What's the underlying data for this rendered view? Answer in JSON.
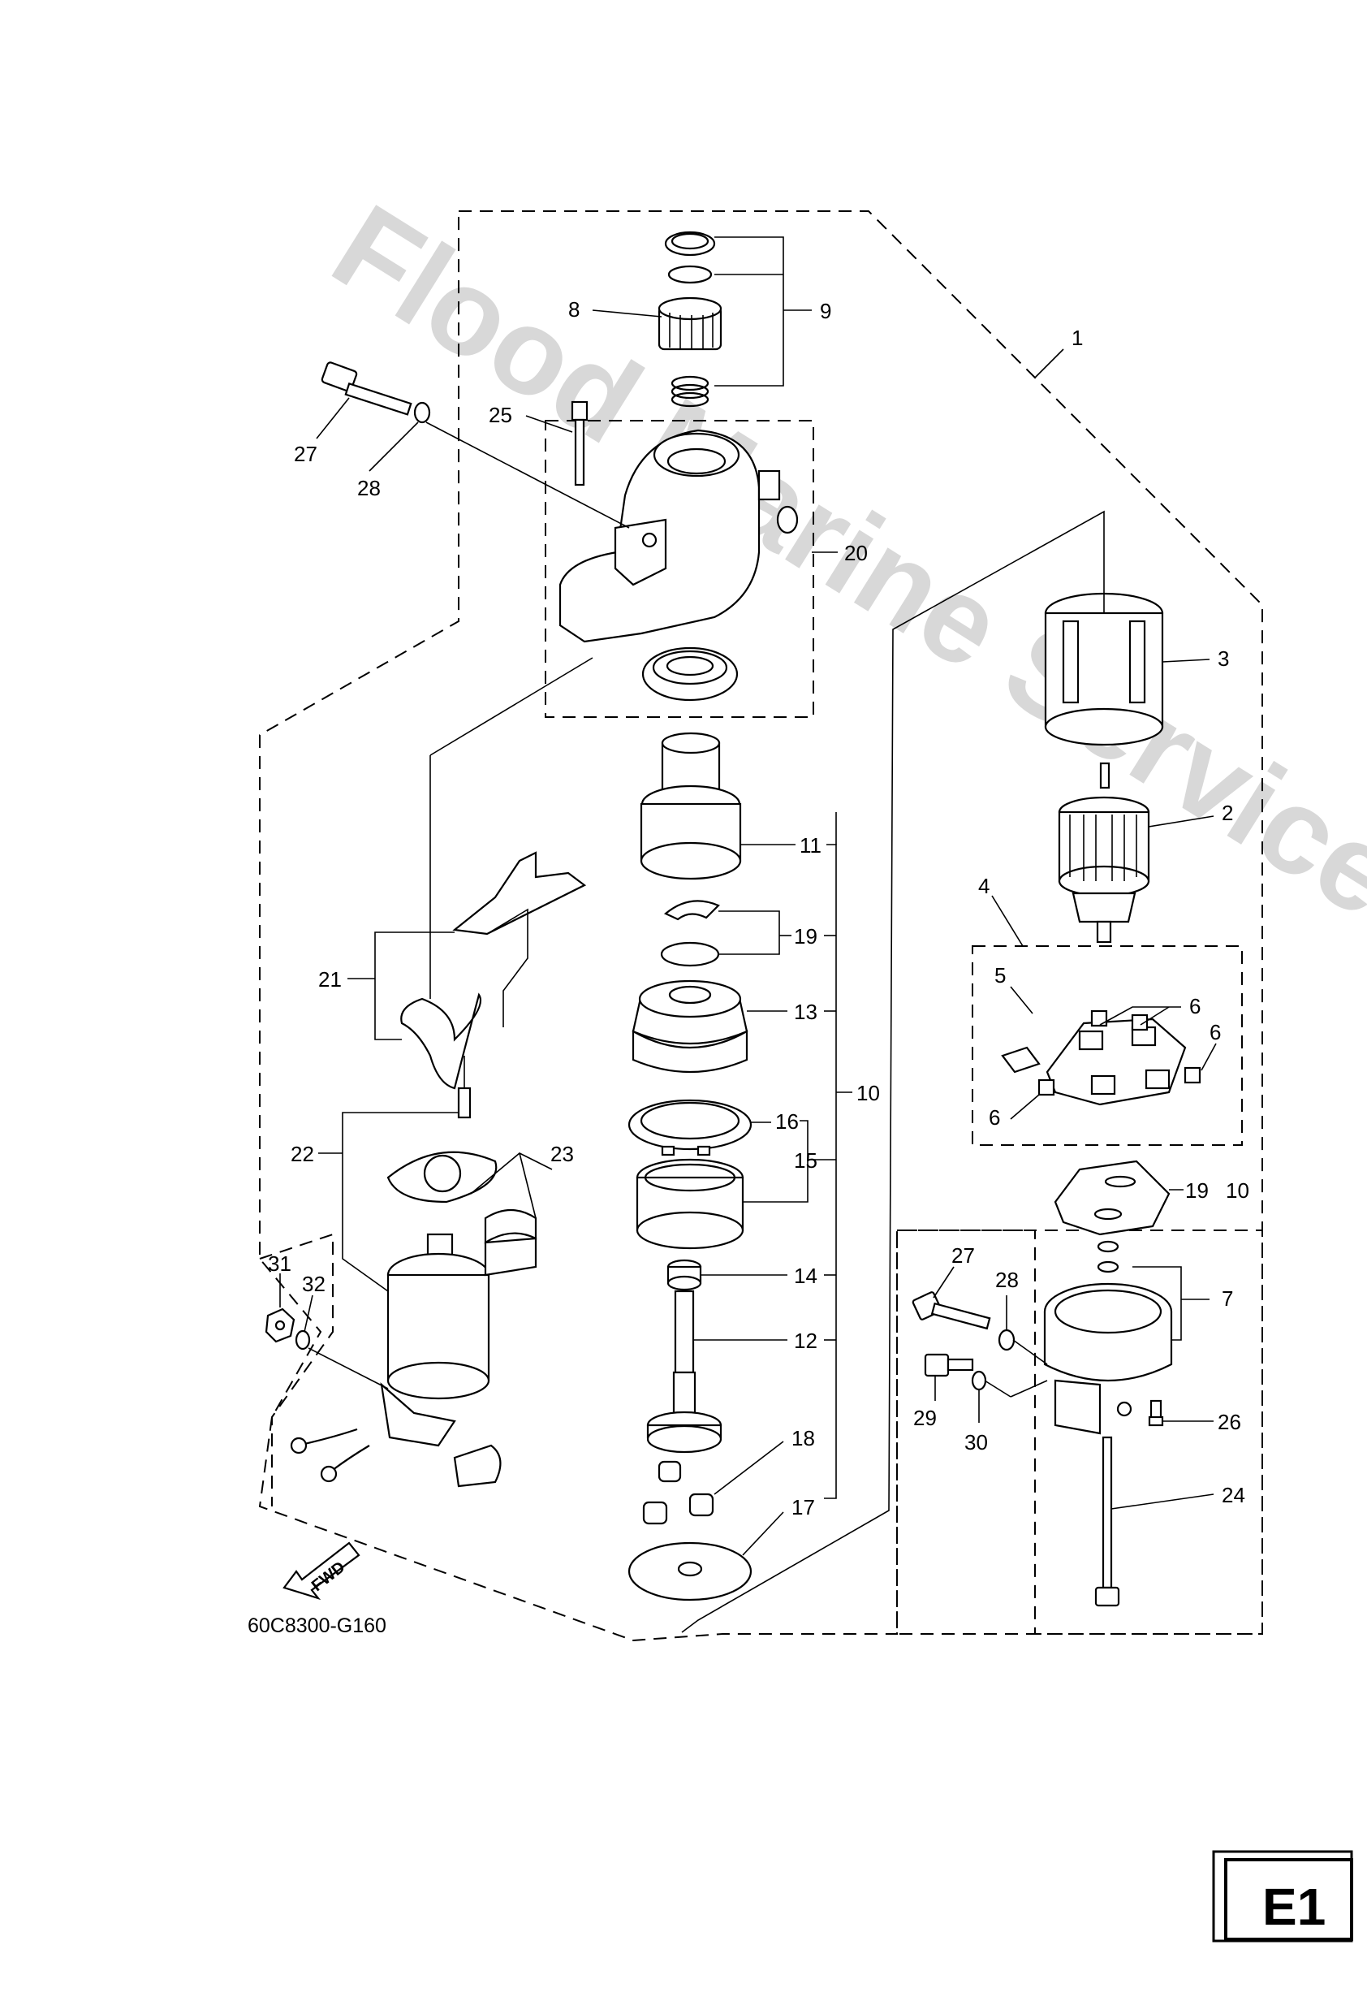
{
  "watermark": "Flood Marine Services",
  "diagram_code": "60C8300-G160",
  "page_code": "E1",
  "fwd_label": "FWD",
  "callouts": {
    "c1": "1",
    "c2": "2",
    "c3": "3",
    "c4": "4",
    "c5": "5",
    "c6a": "6",
    "c6b": "6",
    "c6c": "6",
    "c7": "7",
    "c8": "8",
    "c9": "9",
    "c10": "10",
    "c11": "11",
    "c12": "12",
    "c13": "13",
    "c14": "14",
    "c15": "15",
    "c16": "16",
    "c17": "17",
    "c18": "18",
    "c19a": "19",
    "c19b": "19",
    "c10b": "10",
    "c20": "20",
    "c21": "21",
    "c22": "22",
    "c23": "23",
    "c24": "24",
    "c25": "25",
    "c26": "26",
    "c27a": "27",
    "c28a": "28",
    "c27b": "27",
    "c28b": "28",
    "c29": "29",
    "c30": "30",
    "c31": "31",
    "c32": "32"
  }
}
